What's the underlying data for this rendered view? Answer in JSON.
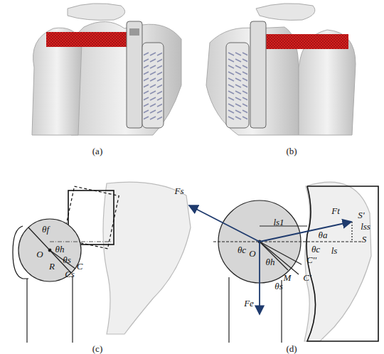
{
  "diagram": {
    "labels": [
      "(a)",
      "(b)",
      "θf",
      "O",
      "θh",
      "R",
      "θs",
      "C",
      "Cs",
      "(c)",
      "Fs",
      "Ft",
      "S'",
      "lss",
      "S",
      "ls",
      "ls1",
      "θc",
      "θa",
      "O",
      "θh",
      "θc",
      "M",
      "C''",
      "C'",
      "θs",
      "Fe",
      "(d)"
    ]
  }
}
